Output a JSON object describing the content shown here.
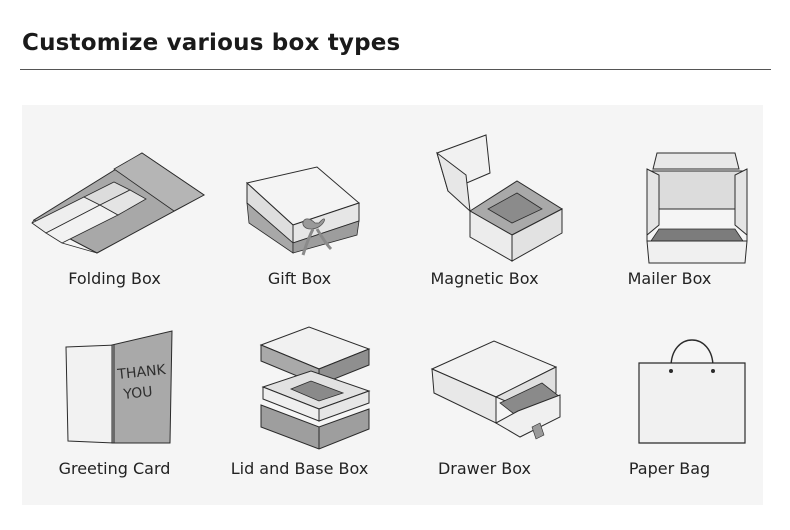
{
  "page": {
    "title": "Customize various box types"
  },
  "colors": {
    "panel_background": "#f5f5f5",
    "box_light": "#ececec",
    "box_mid": "#a8a8a8",
    "box_dark": "#7b7b7b",
    "outline": "#2b2b2b"
  },
  "boxes": [
    {
      "label": "Folding Box",
      "icon": "folding-box-icon"
    },
    {
      "label": "Gift Box",
      "icon": "gift-box-icon"
    },
    {
      "label": "Magnetic Box",
      "icon": "magnetic-box-icon"
    },
    {
      "label": "Mailer Box",
      "icon": "mailer-box-icon"
    },
    {
      "label": "Greeting Card",
      "icon": "greeting-card-icon",
      "card_text_line1": "THANK",
      "card_text_line2": "YOU"
    },
    {
      "label": "Lid and Base Box",
      "icon": "lid-and-base-box-icon"
    },
    {
      "label": "Drawer Box",
      "icon": "drawer-box-icon"
    },
    {
      "label": "Paper Bag",
      "icon": "paper-bag-icon"
    }
  ]
}
